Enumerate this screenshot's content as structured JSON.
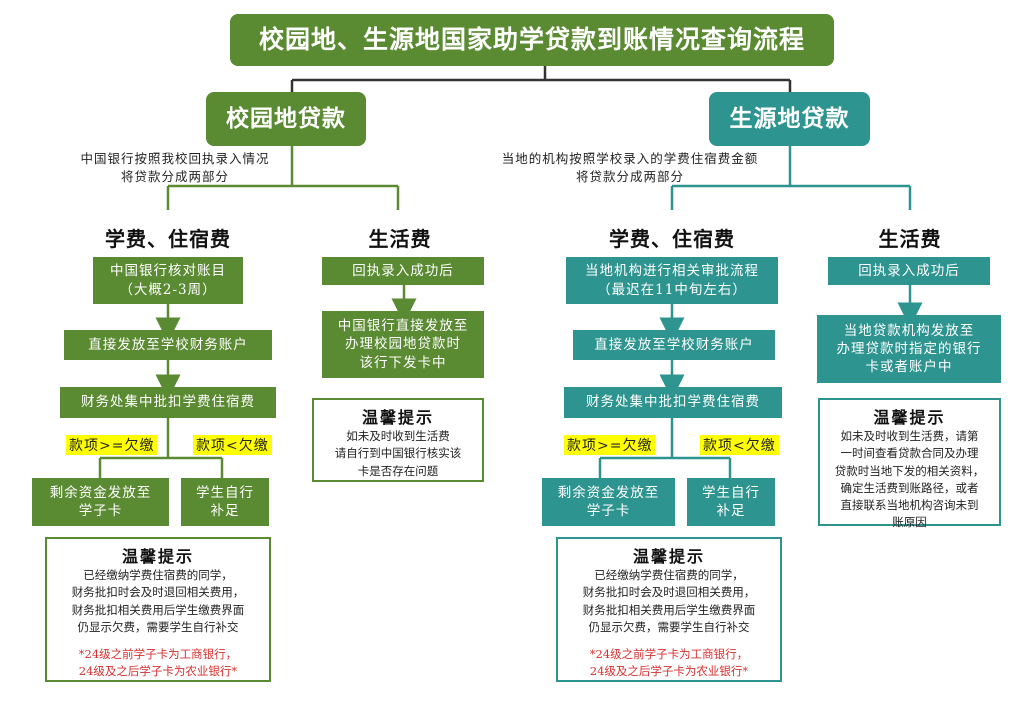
{
  "title": "校园地、生源地国家助学贷款到账情况查询流程",
  "colors": {
    "green": "#5a8a32",
    "teal": "#2e9490",
    "highlight": "#ffff00",
    "red": "#d83030"
  },
  "campus": {
    "section": "校园地贷款",
    "intro": "中国银行按照我校回执录入情况\n将贷款分成两部分",
    "tuition": {
      "heading": "学费、住宿费",
      "step1": "中国银行核对账目\n（大概2-3周）",
      "step2": "直接发放至学校财务账户",
      "step3": "财务处集中批扣学费住宿费",
      "cond_ge": "款项>=欠缴",
      "cond_lt": "款项<欠缴",
      "res_ge": "剩余资金发放至\n学子卡",
      "res_lt": "学生自行\n补足",
      "tip_title": "温馨提示",
      "tip_text": "已经缴纳学费住宿费的同学，\n财务批扣时会及时退回相关费用，\n财务批扣相关费用后学生缴费界面\n仍显示欠费，需要学生自行补交",
      "tip_red": "*24级之前学子卡为工商银行，\n24级及之后学子卡为农业银行*"
    },
    "living": {
      "heading": "生活费",
      "step1": "回执录入成功后",
      "step2": "中国银行直接发放至\n办理校园地贷款时\n该行下发卡中",
      "tip_title": "温馨提示",
      "tip_text": "如未及时收到生活费\n请自行到中国银行核实该\n卡是否存在问题"
    }
  },
  "origin": {
    "section": "生源地贷款",
    "intro": "当地的机构按照学校录入的学费住宿费金额\n将贷款分成两部分",
    "tuition": {
      "heading": "学费、住宿费",
      "step1": "当地机构进行相关审批流程\n（最迟在11中旬左右）",
      "step2": "直接发放至学校财务账户",
      "step3": "财务处集中批扣学费住宿费",
      "cond_ge": "款项>=欠缴",
      "cond_lt": "款项<欠缴",
      "res_ge": "剩余资金发放至\n学子卡",
      "res_lt": "学生自行\n补足",
      "tip_title": "温馨提示",
      "tip_text": "已经缴纳学费住宿费的同学，\n财务批扣时会及时退回相关费用，\n财务批扣相关费用后学生缴费界面\n仍显示欠费，需要学生自行补交",
      "tip_red": "*24级之前学子卡为工商银行，\n24级及之后学子卡为农业银行*"
    },
    "living": {
      "heading": "生活费",
      "step1": "回执录入成功后",
      "step2": "当地贷款机构发放至\n办理贷款时指定的银行\n卡或者账户中",
      "tip_title": "温馨提示",
      "tip_text": "如未及时收到生活费，请第\n一时间查看贷款合同及办理\n贷款时当地下发的相关资料，\n确定生活费到账路径，或者\n直接联系当地机构咨询未到\n账原因"
    }
  }
}
